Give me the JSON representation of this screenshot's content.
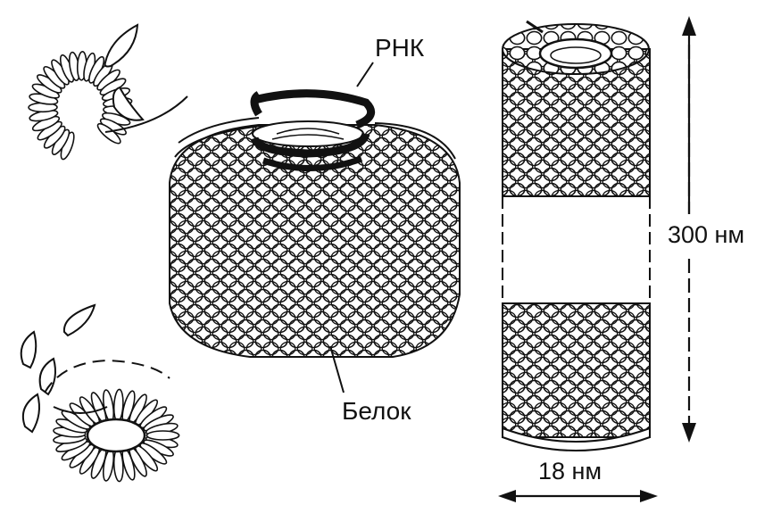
{
  "labels": {
    "rna": "РНК",
    "protein": "Белок",
    "length": "300 нм",
    "diameter": "18 нм"
  },
  "colors": {
    "ink": "#111111",
    "background": "#ffffff"
  }
}
